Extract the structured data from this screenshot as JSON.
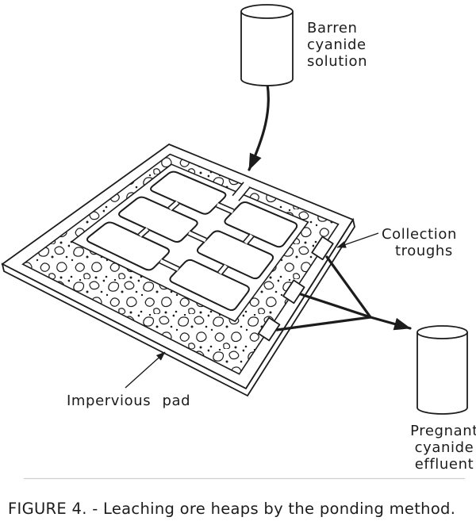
{
  "figure": {
    "caption": "FIGURE 4. - Leaching ore heaps by the ponding method.",
    "labels": {
      "barren_source": {
        "line1": "Barren",
        "line2": "cyanide",
        "line3": "solution"
      },
      "collection_troughs": {
        "line1": "Collection",
        "line2": "troughs"
      },
      "impervious_pad": "Impervious pad",
      "pregnant_effluent": {
        "line1": "Pregnant",
        "line2": "cyanide",
        "line3": "effluent"
      }
    },
    "icons": {
      "barren_drum": "cylinder-tank",
      "pregnant_drum": "cylinder-tank",
      "flow_arrows": "solid-black-arrowhead",
      "gravel_border": "stippled-pebble-texture"
    },
    "colors": {
      "ink": "#1c1c1c",
      "paper": "#ffffff"
    }
  }
}
